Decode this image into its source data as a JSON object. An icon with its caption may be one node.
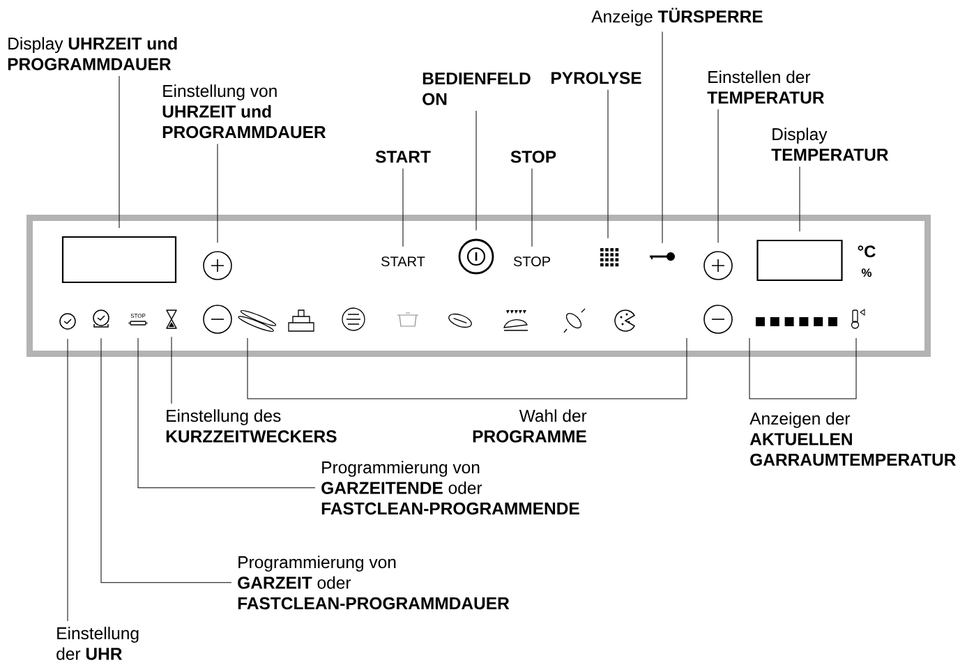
{
  "diagram": {
    "nodes": [
      {
        "text": [
          "Anzeige **TÜRSPERRE**"
        ]
      },
      {
        "text": [
          "Display **UHRZEIT und PROGRAMMDAUER**"
        ]
      },
      {
        "text": [
          "BEDIENFELD ON"
        ]
      },
      {
        "text": [
          "PYROLYSE"
        ]
      },
      {
        "text": [
          "Einstellen der **TEMPERATUR**"
        ]
      },
      {
        "text": [
          "Einstellung von **UHRZEIT und PROGRAMMDAUER**"
        ]
      },
      {
        "text": [
          "Display **TEMPERATUR**"
        ]
      },
      {
        "text": [
          "START"
        ]
      },
      {
        "text": [
          "STOP"
        ]
      },
      {
        "text": [],
        "shape": "box"
      },
      {
        "text": [],
        "shape": "box",
        "in": 9
      },
      {
        "text": [],
        "shape": "circle",
        "in": 9
      },
      {
        "text": [
          "START"
        ],
        "in": 9
      },
      {
        "text": [],
        "shape": "circle",
        "in": 9
      },
      {
        "text": [
          "STOP"
        ],
        "in": 9
      },
      {
        "text": [],
        "shape": "grid",
        "in": 9
      },
      {
        "text": [],
        "shape": "key",
        "in": 9
      },
      {
        "text": [],
        "shape": "circle",
        "in": 9
      },
      {
        "text": [],
        "shape": "box",
        "in": 9
      },
      {
        "text": [],
        "shape": "clock",
        "in": 9
      },
      {
        "text": [],
        "shape": "clock",
        "in": 9
      },
      {
        "text": [
          "STOP"
        ],
        "in": 9
      },
      {
        "text": [],
        "shape": "hourglass",
        "in": 9
      },
      {
        "text": [
          "Einstellung des **KURZZEITWECKERS**"
        ]
      },
      {
        "text": [
          "Programmierung von **GARZEITENDE** oder **FASTCLEAN-PROGRAMMENDE**"
        ]
      },
      {
        "text": [
          "Programmierung von **GARZEIT** oder **FASTCLEAN-PROGRAMMDAUER**"
        ]
      },
      {
        "text": [
          "Einstellung der **UHR**"
        ]
      },
      {
        "text": [],
        "shape": "circle",
        "in": 9
      },
      {
        "text": [],
        "shape": "circle",
        "in": 9
      }
    ],
    "edges": [
      {
        "from": 1,
        "to": 10,
        "arrow": "none"
      },
      {
        "from": 5,
        "to": 11,
        "arrow": "none"
      },
      {
        "from": 7,
        "to": 12,
        "arrow": "none"
      },
      {
        "from": 2,
        "to": 13,
        "arrow": "none"
      },
      {
        "from": 8,
        "to": 14,
        "arrow": "none"
      },
      {
        "from": 3,
        "to": 15,
        "arrow": "none"
      },
      {
        "from": 0,
        "to": 16,
        "arrow": "none"
      },
      {
        "from": 4,
        "to": 17,
        "arrow": "none"
      },
      {
        "from": 6,
        "to": 18,
        "arrow": "none"
      },
      {
        "from": 26,
        "to": 19,
        "arrow": "none"
      },
      {
        "from": 25,
        "to": 20,
        "arrow": "none"
      },
      {
        "from": 24,
        "to": 21,
        "arrow": "none"
      },
      {
        "from": 23,
        "to": 22,
        "arrow": "none"
      }
    ],
    "labels": [
      "°C",
      "%",
      "Wahl der **PROGRAMME**",
      "Anzeigen der **AKTUELLEN GARRAUMTEMPERATUR**"
    ]
  }
}
